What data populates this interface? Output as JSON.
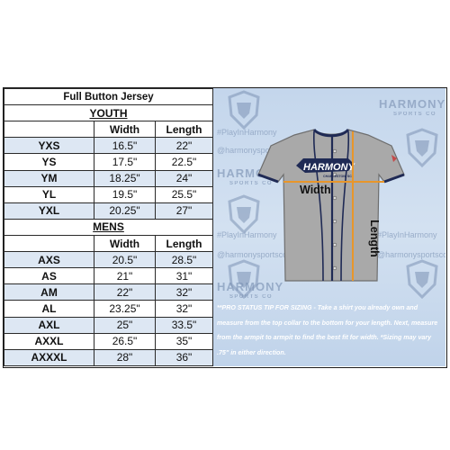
{
  "table": {
    "title": "Full Button Jersey",
    "youth": {
      "heading": "YOUTH",
      "col_width": "Width",
      "col_length": "Length",
      "rows": [
        {
          "size": "YXS",
          "width": "16.5\"",
          "length": "22\""
        },
        {
          "size": "YS",
          "width": "17.5\"",
          "length": "22.5\""
        },
        {
          "size": "YM",
          "width": "18.25\"",
          "length": "24\""
        },
        {
          "size": "YL",
          "width": "19.5\"",
          "length": "25.5\""
        },
        {
          "size": "YXL",
          "width": "20.25\"",
          "length": "27\""
        }
      ]
    },
    "mens": {
      "heading": "MENS",
      "col_width": "Width",
      "col_length": "Length",
      "rows": [
        {
          "size": "AXS",
          "width": "20.5\"",
          "length": "28.5\""
        },
        {
          "size": "AS",
          "width": "21\"",
          "length": "31\""
        },
        {
          "size": "AM",
          "width": "22\"",
          "length": "32\""
        },
        {
          "size": "AL",
          "width": "23.25\"",
          "length": "32\""
        },
        {
          "size": "AXL",
          "width": "25\"",
          "length": "33.5\""
        },
        {
          "size": "AXXL",
          "width": "26.5\"",
          "length": "35\""
        },
        {
          "size": "AXXXL",
          "width": "28\"",
          "length": "36\""
        }
      ]
    }
  },
  "jersey": {
    "chest_text": "HARMONY",
    "chest_subtext": "CHARLESTON, SC",
    "width_label": "Width",
    "length_label": "Length",
    "body_color": "#a9a9a9",
    "trim_color": "#1f2a55",
    "measure_color": "#e8962a"
  },
  "watermark": {
    "brand": "HARMONY",
    "sub": "SPORTS CO",
    "hashtag": "#PlayInHarmony",
    "handle": "@harmonysportsco"
  },
  "tip": "**PRO STATUS TIP FOR SIZING - Take a shirt you already own and measure from the top collar to the bottom for your length. Next, measure from the armpit to armpit to find the best fit for width. *Sizing may vary .75\" in either direction."
}
